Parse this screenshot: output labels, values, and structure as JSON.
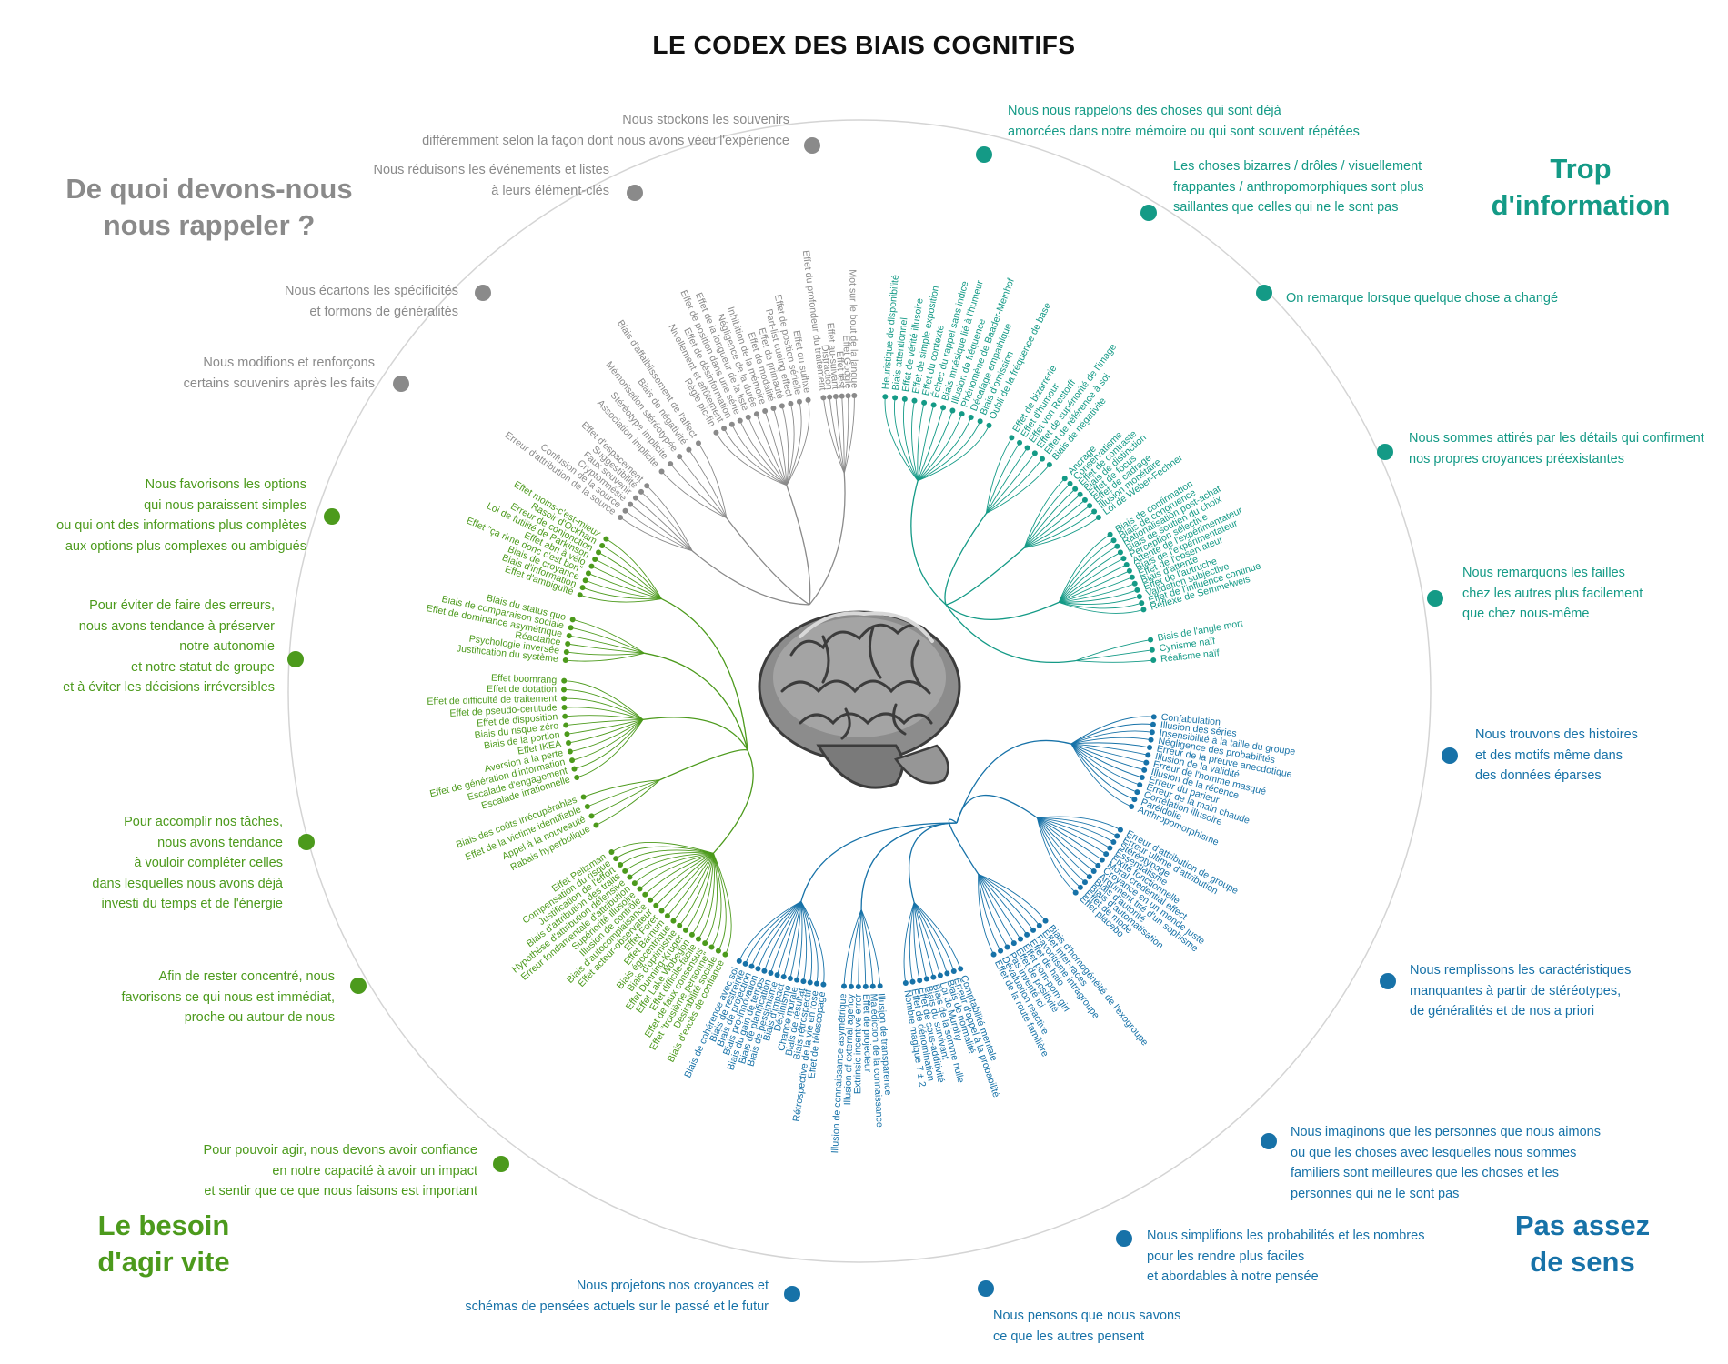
{
  "title": "LE CODEX DES BIAIS COGNITIFS",
  "colors": {
    "memory": "#8a8a8a",
    "information": "#149a86",
    "meaning": "#1772a8",
    "action": "#4c9a1c",
    "circle": "#d0d0d0"
  },
  "icons": {
    "center": "brain-icon"
  },
  "quadrants": [
    {
      "id": "memory",
      "title": "De quoi devons-nous\nnous rappeler ?"
    },
    {
      "id": "information",
      "title": "Trop\nd'information"
    },
    {
      "id": "meaning",
      "title": "Pas assez\nde sens"
    },
    {
      "id": "action",
      "title": "Le besoin\nd'agir vite"
    }
  ],
  "sections": [
    {
      "q": "information",
      "label": "Nous nous rappelons des choses qui sont déjà\namorcées dans notre mémoire ou qui sont souvent répétées",
      "items": [
        "Heuristique de disponibilité",
        "Biais attentionnel",
        "Effet de vérité illusoire",
        "Effet de simple exposition",
        "Effet du contexte",
        "Échec du rappel sans indice",
        "Biais mnésique lié à l'humeur",
        "Illusion de fréquence",
        "Phénomène de Baader-Meinhof",
        "Décalage empathique",
        "Biais d'omission",
        "Oubli de la fréquence de base"
      ]
    },
    {
      "q": "information",
      "label": "Les choses bizarres / drôles / visuellement\nfrappantes / anthropomorphiques sont plus\nsaillantes que celles qui ne le sont pas",
      "items": [
        "Effet de bizarrerie",
        "Effet d'humour",
        "Effet von Restorff",
        "Effet de supériorité de l'image",
        "Effet de référence à soi",
        "Biais de négativité"
      ]
    },
    {
      "q": "information",
      "label": "On remarque lorsque quelque chose a changé",
      "items": [
        "Ancrage",
        "Conservatisme",
        "Effet de contraste",
        "Biais de distinction",
        "Effet de focus",
        "Effet de cadrage",
        "Illusion monétaire",
        "Loi de Weber-Fechner"
      ]
    },
    {
      "q": "information",
      "label": "Nous sommes attirés par les détails qui confirment\nnos propres croyances préexistantes",
      "items": [
        "Biais de confirmation",
        "Biais de congruence",
        "Rationalisation post-achat",
        "Biais de soutien du choix",
        "Perception sélective",
        "Attente de l'expérimentateur",
        "Biais de l'expérimentateur",
        "Effet de l'observateur",
        "Biais d'attente",
        "Effet de l'autruche",
        "Validation subjective",
        "Effet de l'influence continue",
        "Réflexe de Semmelweis"
      ]
    },
    {
      "q": "information",
      "label": "Nous remarquons les failles\nchez les autres plus facilement\nque chez nous-même",
      "items": [
        "Biais de l'angle mort",
        "Cynisme naïf",
        "Réalisme naïf"
      ]
    },
    {
      "q": "meaning",
      "label": "Nous trouvons des histoires\net des motifs même dans\ndes données éparses",
      "items": [
        "Confabulation",
        "Illusion des séries",
        "Insensibilité à la taille du groupe",
        "Négligence des probabilités",
        "Erreur de la preuve anecdotique",
        "Illusion de la validité",
        "Erreur de l'homme masqué",
        "Illusion de la récence",
        "Erreur du parieur",
        "Erreur de la main chaude",
        "Corrélation illusoire",
        "Paréidolie",
        "Anthropomorphisme"
      ]
    },
    {
      "q": "meaning",
      "label": "Nous remplissons les caractéristiques\nmanquantes à partir de stéréotypes,\nde généralités et de nos a priori",
      "items": [
        "Erreur d'attribution de groupe",
        "Erreur ultime d'attribution",
        "Stéréotypage",
        "Essentialisme",
        "Fixité fonctionnelle",
        "Moral credential effect",
        "Croyance en un monde juste",
        "Argument tiré d'un sophisme",
        "Biais d'autorité",
        "Biais d'automatisation",
        "Effet de mode",
        "Effet placebo"
      ]
    },
    {
      "q": "meaning",
      "label": "Nous imaginons que les personnes que nous aimons\nou que les choses avec lesquelles nous sommes\nfamiliers sont meilleures que les choses et les\npersonnes qui ne le sont pas",
      "items": [
        "Biais d'homogénéité de l'exogroupe",
        "Effet inter-races",
        "Favoritisme intragroupe",
        "Effet de halo",
        "Effet pom-pom girl",
        "Effet de positivité",
        "Pas inventé ici",
        "Dévaluation réactive",
        "Effet de la route familière"
      ]
    },
    {
      "q": "meaning",
      "label": "Nous simplifions les probabilités et les nombres\npour les rendre plus faciles\net abordables à notre pensée",
      "items": [
        "Comptabilité mentale",
        "Erreur d'appel à la probabilité",
        "Biais de normalité",
        "Loi de Murphy",
        "Biais de la somme nulle",
        "Biais du survivant",
        "Effet de sous-additivité",
        "Effet de dénomination",
        "Nombre magique 7 ± 2"
      ]
    },
    {
      "q": "meaning",
      "label": "Nous pensons que nous savons\nce que les autres pensent",
      "items": [
        "Illusion de transparence",
        "Malédiction de la connaissance",
        "Effet de projecteur",
        "Extrinsic incentive error",
        "Illusion of external agency",
        "Illusion de connaissance asymétrique"
      ]
    },
    {
      "q": "meaning",
      "label": "Nous projetons nos croyances et\nschémas de pensées actuels sur le passé et le futur",
      "items": [
        "Effet de télescopage",
        "Rétrospective de la vie en rose",
        "Biais rétrospectif",
        "Biais de résultat",
        "Chance morale",
        "Déclinisme",
        "Biais d'impact",
        "Biais de pessimisme",
        "Biais de planification",
        "Biais du gain de temps",
        "Biais pro-innovation",
        "Biais de projection",
        "Biais de restreinte",
        "Biais de cohérence avec soi"
      ]
    },
    {
      "q": "action",
      "label": "Pour pouvoir agir, nous devons avoir confiance\nen notre capacité à avoir un impact\net sentir que ce que nous faisons est important",
      "items": [
        "Biais d'excès de confiance",
        "Désirabilité sociale",
        "Effet \"troisième personne\"",
        "Effet de faux consensus",
        "Effet difficile-facile",
        "Effet Lake Wobegon",
        "Effet Dunning-Kruger",
        "Biais d'optimisme",
        "Biais égocentrique",
        "Effet Barnum",
        "Effet Forer",
        "Effet acteur-observateur",
        "Biais d'autocomplaisance",
        "Illusion de contrôle",
        "Supériorité illusoire",
        "Erreur fondamentale d'attribution",
        "Hypothèse d'attribution défensive",
        "Biais d'attribution des traits",
        "Justification de l'effort",
        "Compensation du risque",
        "Effet Peltzman"
      ]
    },
    {
      "q": "action",
      "label": "Afin de rester concentré, nous\nfavorisons ce qui nous est immédiat,\nproche ou autour de nous",
      "items": [
        "Rabais hyperbolique",
        "Appel à la nouveauté",
        "Effet de la victime identifiable",
        "Biais des coûts irrécupérables"
      ]
    },
    {
      "q": "action",
      "label": "Pour accomplir nos tâches,\nnous avons tendance\nà vouloir compléter celles\ndans lesquelles nous avons déjà\ninvesti du temps et de l'énergie",
      "items": [
        "Escalade irrationnelle",
        "Escalade d'engagement",
        "Effet de génération d'information",
        "Aversion à la perte",
        "Effet IKEA",
        "Biais de la portion",
        "Biais du risque zéro",
        "Effet de disposition",
        "Effet de pseudo-certitude",
        "Effet de difficulté de traitement",
        "Effet de dotation",
        "Effet boomrang"
      ]
    },
    {
      "q": "action",
      "label": "Pour éviter de faire des erreurs,\nnous avons tendance à préserver\nnotre autonomie\net notre statut de groupe\net à éviter les décisions irréversibles",
      "items": [
        "Justification du système",
        "Psychologie inversée",
        "Réactance",
        "Effet de dominance asymétrique",
        "Biais de comparaison sociale",
        "Biais du status quo"
      ]
    },
    {
      "q": "action",
      "label": "Nous favorisons les options\nqui nous paraissent simples\nou qui ont des informations plus complètes\naux options plus complexes ou ambigués",
      "items": [
        "Effet d'ambiguïté",
        "Biais d'information",
        "Biais de croyance",
        "Effet \"ça rime donc c'est bon\"",
        "Effet abri à vélo",
        "Loi de futilité de Parkinson",
        "Erreur de conjonction",
        "Rasoir d'Ockham",
        "Effet moins-c'est-mieux"
      ]
    },
    {
      "q": "memory",
      "label": "Nous modifions et renforçons\ncertains souvenirs après les faits",
      "items": [
        "Erreur d'attribution de la source",
        "Confusion de la source",
        "Cryptomnésie",
        "Faux souvenir",
        "Suggestibilité",
        "Effet d'espacement"
      ]
    },
    {
      "q": "memory",
      "label": "Nous écartons les spécificités\net formons de généralités",
      "items": [
        "Association implicite",
        "Stéréotype implicite",
        "Mémorisation stéréotypée",
        "Biais de négativité",
        "Biais d'affaiblissement de l'affect"
      ]
    },
    {
      "q": "memory",
      "label": "Nous réduisons les événements et listes\nà leurs élément-clés",
      "items": [
        "Règle pic-fin",
        "Nivellement et affûtement",
        "Effet de désinformation",
        "Effet de position dans une série",
        "Effet de la longueur de la liste",
        "Négligence de la durée",
        "Inhibition de la mémoire",
        "Effet de modalité",
        "Effet de primauté",
        "Part-list cueing effect",
        "Effet de position sérielle",
        "Effet du suffixe"
      ]
    },
    {
      "q": "memory",
      "label": "Nous stockons les souvenirs\ndifféremment selon la façon dont nous avons vécu l'expérience",
      "items": [
        "Effet du profondeur du traitement",
        "Distraction",
        "Effet au-suivant",
        "Effet test",
        "Effet Google",
        "Mot sur le bout de la langue"
      ]
    }
  ]
}
